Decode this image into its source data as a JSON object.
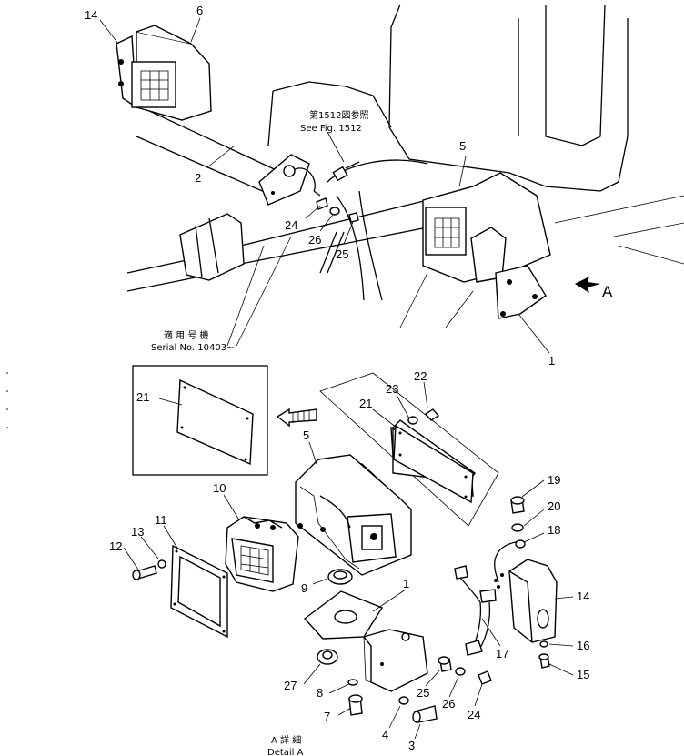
{
  "diagram": {
    "notes": {
      "fig_ref_jp": "第1512図参照",
      "fig_ref_en": "See Fig. 1512",
      "serial_jp": "適 用 号 機",
      "serial_en": "Serial No. 10403~",
      "detail_jp": "A  詳  細",
      "detail_en": "Detail A",
      "view_arrow": "A"
    },
    "callouts": {
      "c14_top": "14",
      "c6": "6",
      "c2": "2",
      "c5_top": "5",
      "c24_top": "24",
      "c26_top": "26",
      "c25_top": "25",
      "c1_top": "1",
      "c21_left": "21",
      "c23": "23",
      "c22": "22",
      "c21_right": "21",
      "c5_mid": "5",
      "c10": "10",
      "c11": "11",
      "c13": "13",
      "c12": "12",
      "c9": "9",
      "c1_bot": "1",
      "c19": "19",
      "c20": "20",
      "c18": "18",
      "c14_bot": "14",
      "c17": "17",
      "c16": "16",
      "c15": "15",
      "c27": "27",
      "c8": "8",
      "c7": "7",
      "c4": "4",
      "c3": "3",
      "c25_bot": "25",
      "c26_bot": "26",
      "c24_bot": "24"
    }
  }
}
